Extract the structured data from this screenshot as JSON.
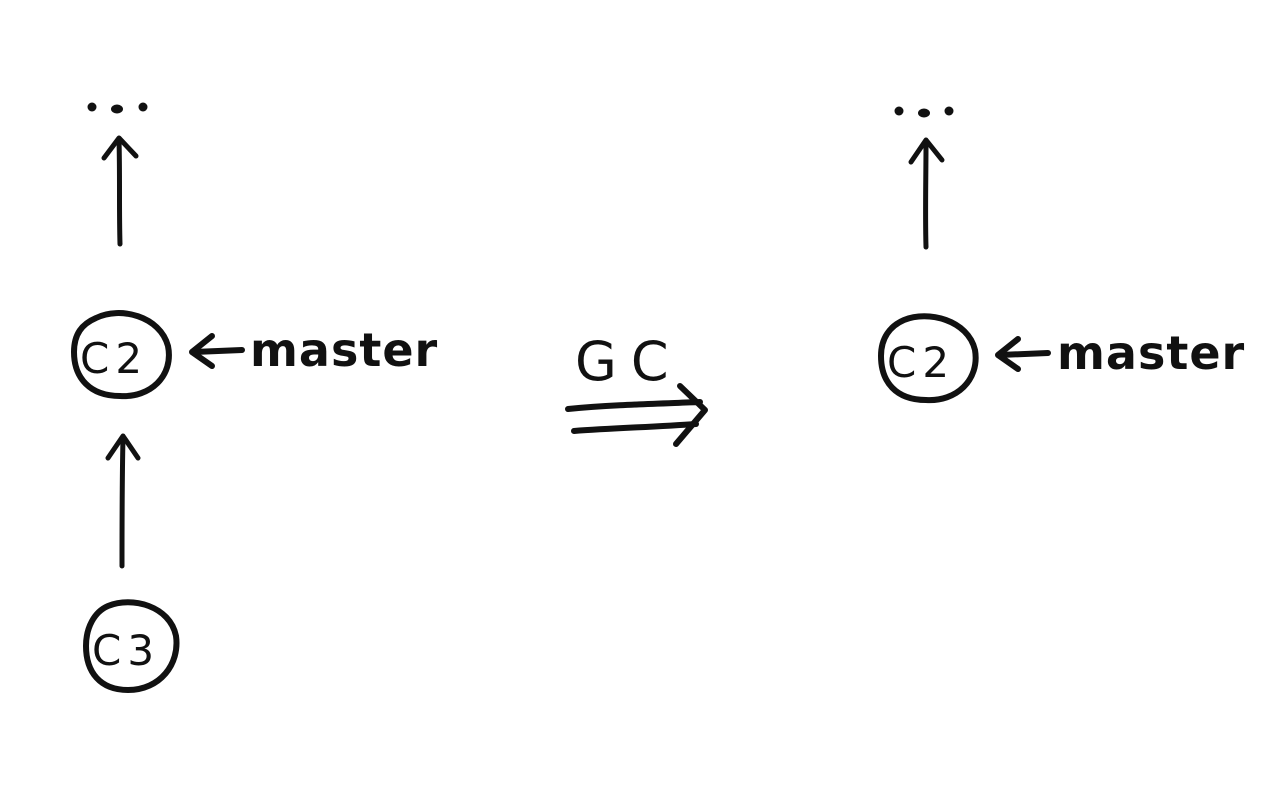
{
  "diagram": {
    "before": {
      "ellipsis": "...",
      "commit_c2": "C2",
      "branch": "master",
      "commit_c3": "C3"
    },
    "transition": {
      "label": "GC"
    },
    "after": {
      "ellipsis": "...",
      "commit_c2": "C2",
      "branch": "master"
    }
  }
}
